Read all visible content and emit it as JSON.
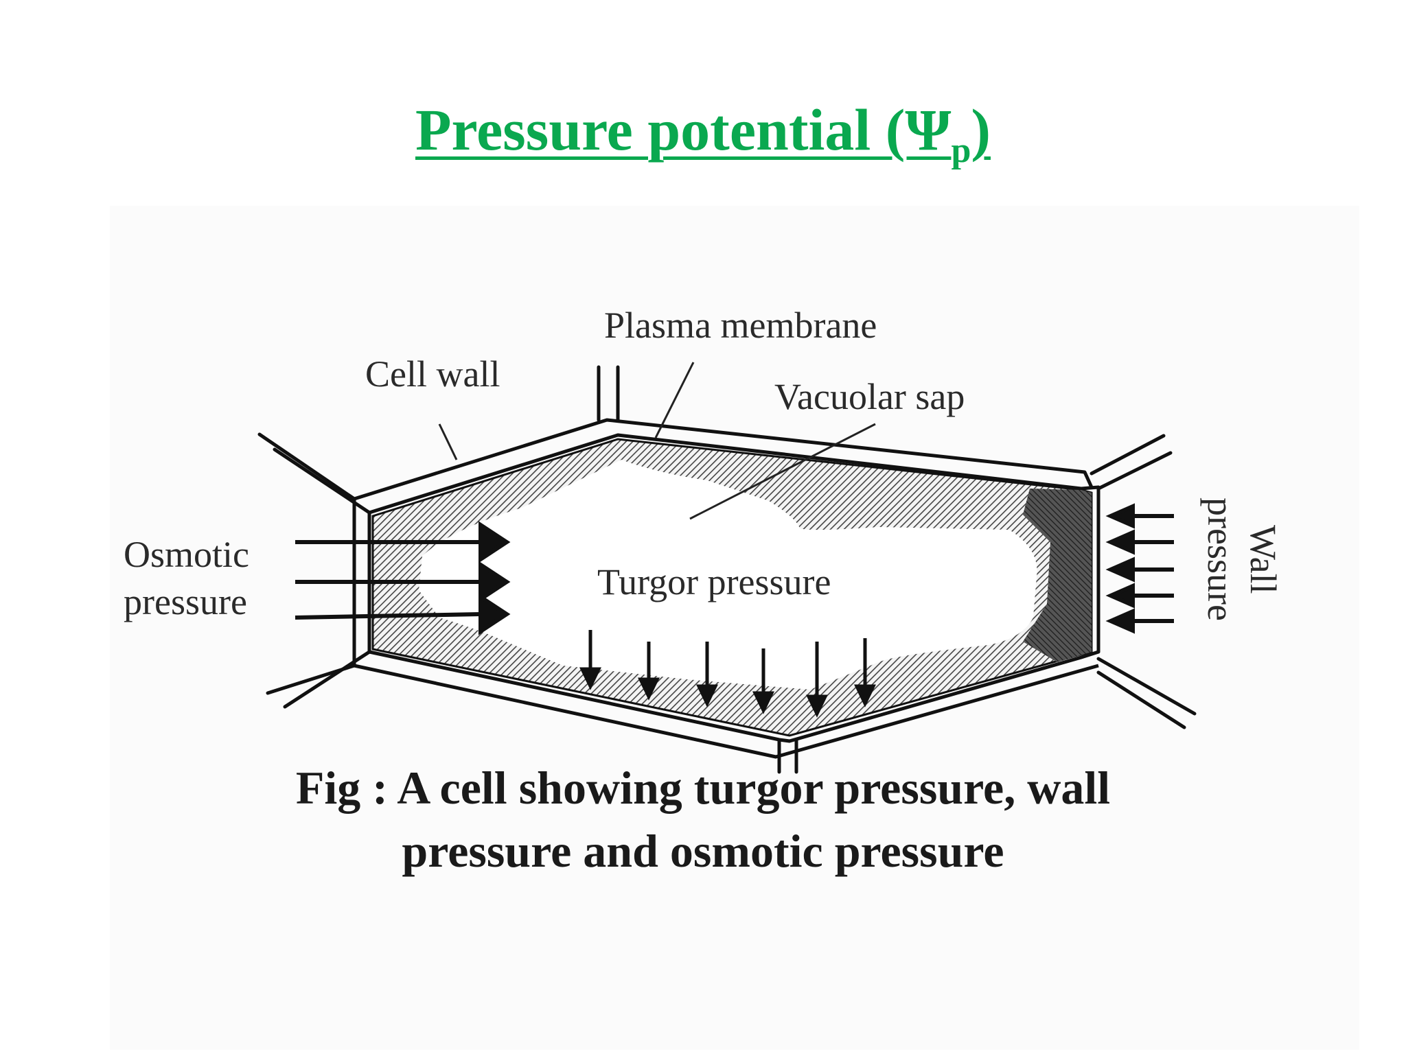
{
  "title": {
    "main": "Pressure potential (Ψ",
    "sub": "p",
    "close": ")"
  },
  "diagram": {
    "labels": {
      "plasma_membrane": "Plasma membrane",
      "cell_wall": "Cell wall",
      "vacuolar_sap": "Vacuolar sap",
      "osmotic_line1": "Osmotic",
      "osmotic_line2": "pressure",
      "turgor_pressure": "Turgor pressure",
      "wall_line1": "Wall",
      "wall_line2": "pressure"
    },
    "caption": {
      "line1": "Fig : A cell showing turgor pressure, wall",
      "line2": "pressure and osmotic pressure"
    }
  },
  "colors": {
    "title": "#0aa84f",
    "ink": "#111111",
    "hatch": "#555555"
  }
}
